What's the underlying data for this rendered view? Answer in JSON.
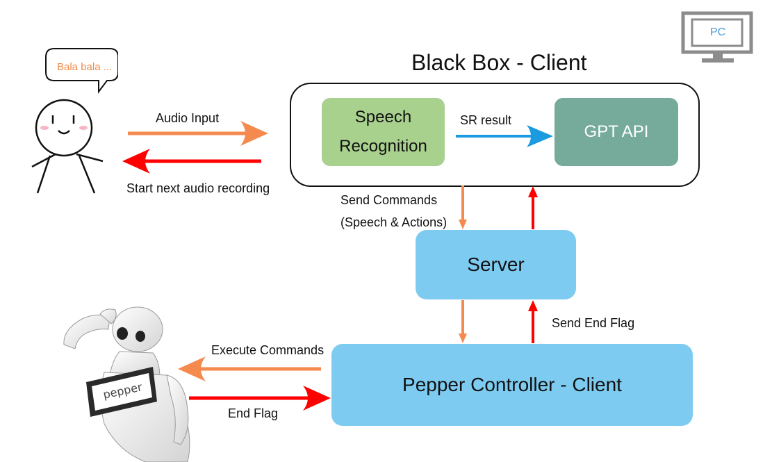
{
  "pc_label": "PC",
  "speech_bubble": "Bala bala ...",
  "black_box_title": "Black Box - Client",
  "speech_recognition": "Speech\nRecognition",
  "sr_result": "SR result",
  "gpt_api": "GPT API",
  "audio_input": "Audio Input",
  "start_next": "Start next audio recording",
  "send_commands_1": "Send Commands",
  "send_commands_2": "(Speech & Actions)",
  "server": "Server",
  "send_end_flag": "Send End Flag",
  "execute_commands": "Execute Commands",
  "end_flag": "End Flag",
  "pepper_controller": "Pepper Controller - Client",
  "pepper_screen": "pepper",
  "colors": {
    "orange": "#f58a4f",
    "red": "#ff0000",
    "blue": "#1a9be0",
    "speech_box": "#a9d18e",
    "gpt_box": "#76aa9a",
    "server_box": "#7ecbf1"
  }
}
